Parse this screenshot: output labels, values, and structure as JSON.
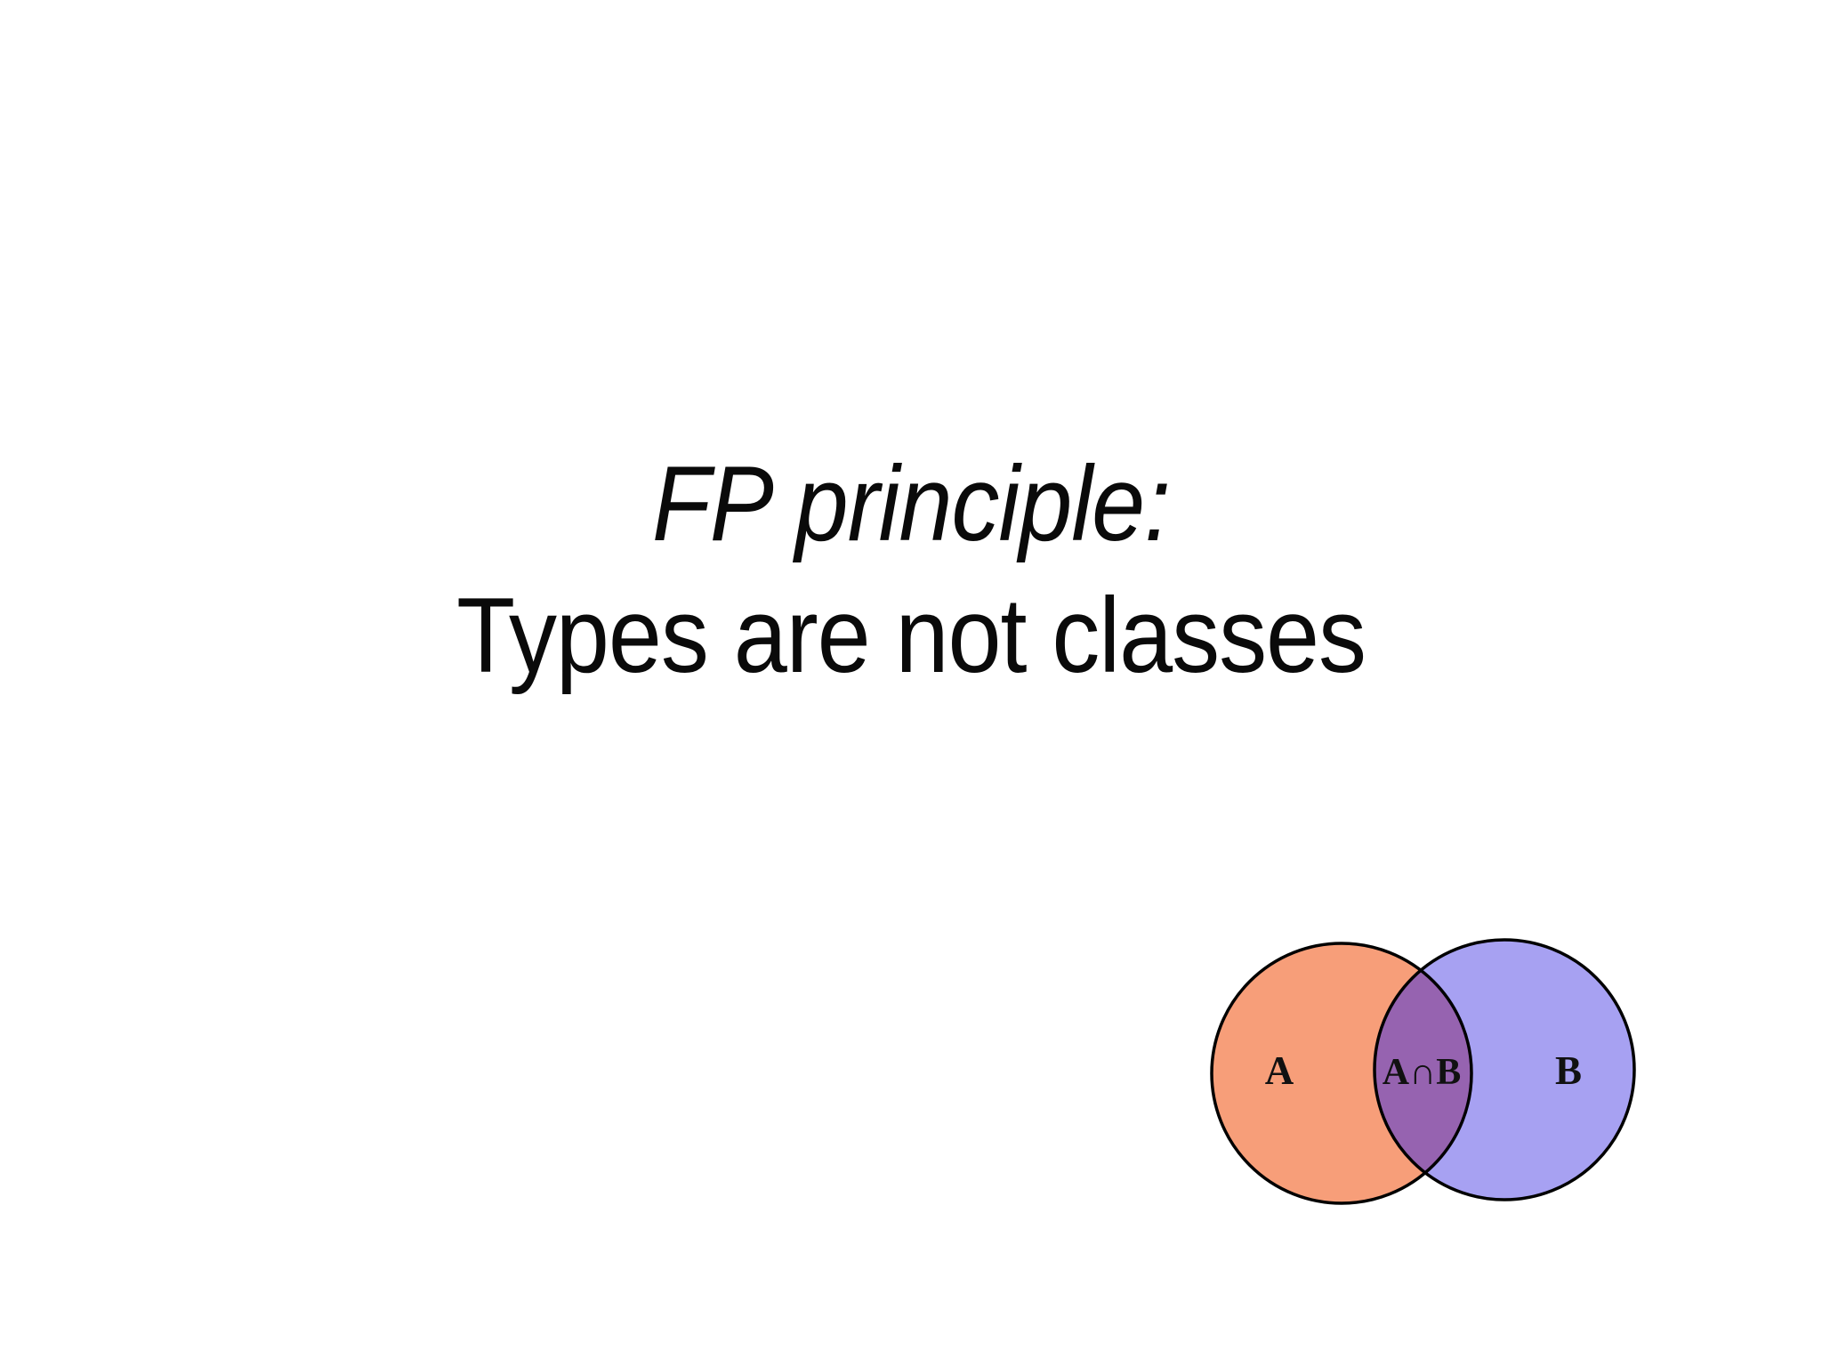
{
  "slide": {
    "background": "#ffffff",
    "text_color": "#0a0a0a",
    "title": {
      "line1": "FP principle:",
      "line2": "Types are not classes"
    },
    "venn": {
      "label_a": "A",
      "label_intersection": "A∩B",
      "label_b": "B",
      "colors": {
        "circle_a": "#F79E79",
        "circle_b": "#A7A1F2",
        "intersection": "#9663B0",
        "outline": "#000000",
        "label": "#111111"
      }
    }
  }
}
